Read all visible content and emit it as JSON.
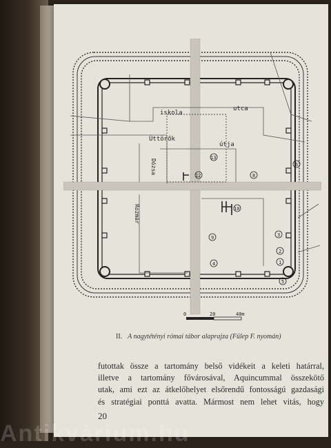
{
  "plan": {
    "street_label_1": "iskola",
    "street_label_2": "utca",
    "street_label_3": "Úttörők",
    "street_label_4": "útja",
    "street_label_5": "Dózsa",
    "street_label_6": "Rozmár",
    "markers": [
      "1",
      "2",
      "3",
      "4",
      "5",
      "6",
      "8",
      "9",
      "10",
      "12",
      "13"
    ]
  },
  "scale": {
    "t0": "0",
    "t20": "20",
    "t40": "40m"
  },
  "caption": {
    "number": "II.",
    "text": "A nagytétényi római tábor alaprajza (Fülep F. nyomán)"
  },
  "body": {
    "lines": [
      "futottak össze a tartomány belső vidékeit a keleti határral,",
      "illetve a tartomány fővárosával, Aquincummal összekötő",
      "utak, ami ezt az átkelőhelyet elsőrendű fontosságú gazdasági",
      "és stratégiai ponttá avatta. Mármost nem lehet vitás, hogy"
    ],
    "page_number": "20"
  },
  "watermark": "Antikvárium.hu"
}
